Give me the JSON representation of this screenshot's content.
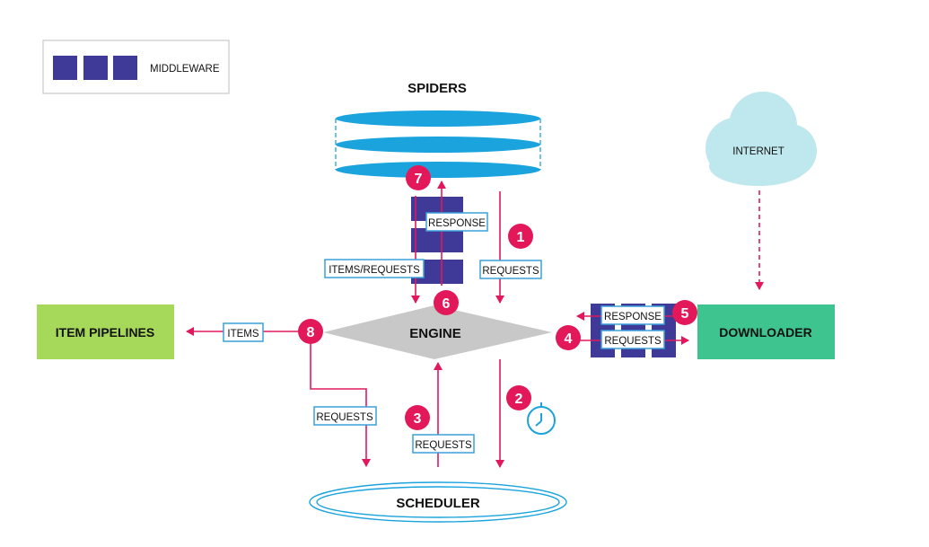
{
  "legend": {
    "label": "MIDDLEWARE"
  },
  "components": {
    "spiders": "SPIDERS",
    "engine": "ENGINE",
    "scheduler": "SCHEDULER",
    "downloader": "DOWNLOADER",
    "item_pipelines": "ITEM PIPELINES",
    "internet": "INTERNET"
  },
  "flow_labels": {
    "requests_1": "REQUESTS",
    "response_spider": "RESPONSE",
    "items_requests": "ITEMS/REQUESTS",
    "response_downloader": "RESPONSE",
    "requests_downloader": "REQUESTS",
    "items": "ITEMS",
    "requests_scheduler_in": "REQUESTS",
    "requests_scheduler_out": "REQUESTS"
  },
  "steps": [
    "1",
    "2",
    "3",
    "4",
    "5",
    "6",
    "7",
    "8"
  ],
  "colors": {
    "accent": "#e2185b",
    "middleware": "#3f3a97",
    "spiders": "#1aa3dc",
    "engine": "#c8c8c8",
    "downloader": "#3ec48e",
    "pipelines": "#a6d85a",
    "internet": "#bfe8ee",
    "label_border": "#3aa0d8"
  }
}
